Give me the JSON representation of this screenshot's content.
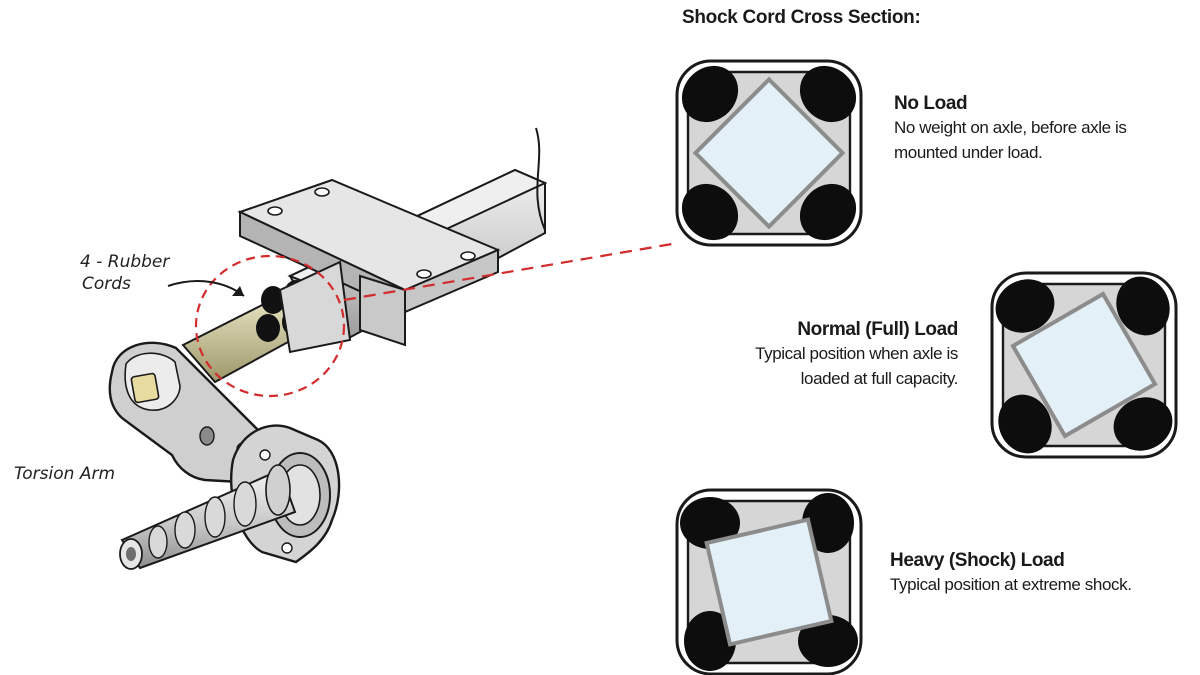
{
  "diagram": {
    "section_title": "Shock Cord Cross Section:",
    "callout_cords": [
      "4 - Rubber",
      "Cords"
    ],
    "callout_arm": "Torsion Arm",
    "states": [
      {
        "id": "no-load",
        "title": "No Load",
        "description": [
          "No weight on axle, before axle is",
          "mounted under load."
        ],
        "rotation_deg": 0
      },
      {
        "id": "normal-load",
        "title": "Normal (Full) Load",
        "description": [
          "Typical position when axle is",
          "loaded at full capacity."
        ],
        "rotation_deg": 15
      },
      {
        "id": "heavy-load",
        "title": "Heavy (Shock) Load",
        "description": [
          "Typical position at extreme shock."
        ],
        "rotation_deg": 32
      }
    ]
  },
  "colors": {
    "outline": "#1a1a1a",
    "metal": "#d6d6d6",
    "metal_shade": "#a8a8a8",
    "inner_bar": "#e4f0f8",
    "rubber": "#0d0d0d",
    "callout_circle": "#d22c2c",
    "shaft": "#b9b488"
  }
}
